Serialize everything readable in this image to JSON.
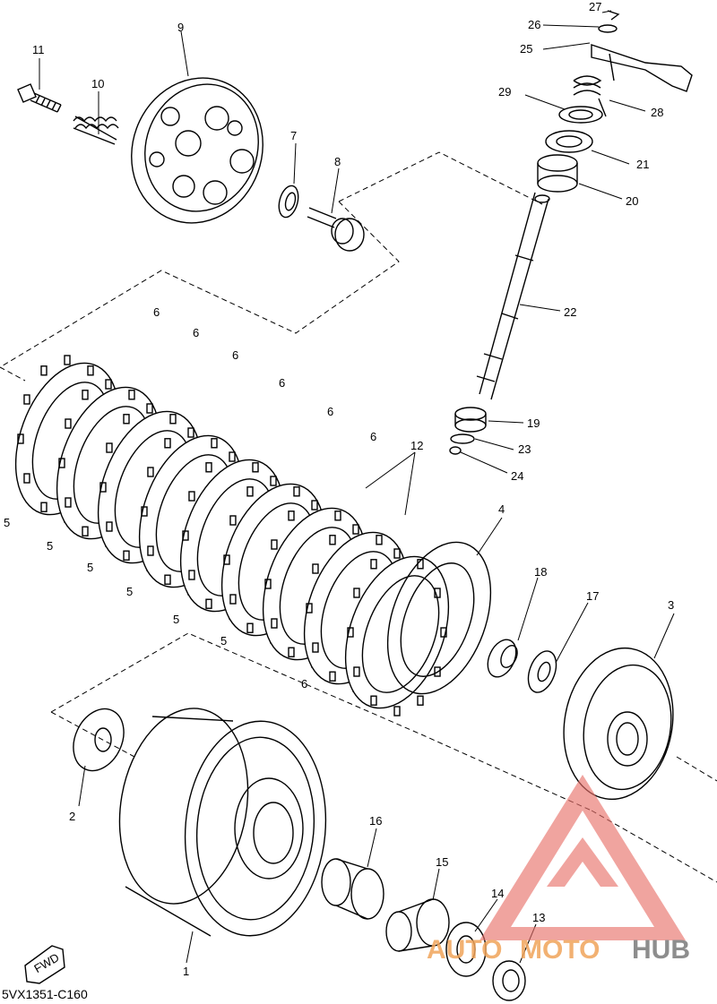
{
  "diagram": {
    "code": "5VX1351-C160",
    "fwd_label": "FWD",
    "colors": {
      "line": "#000000",
      "watermark_red": "#e8706a",
      "watermark_orange": "#f0a45a",
      "watermark_gray": "#7a7a7a"
    },
    "callouts": [
      {
        "id": "c1",
        "text": "1"
      },
      {
        "id": "c2",
        "text": "2"
      },
      {
        "id": "c3",
        "text": "3"
      },
      {
        "id": "c4",
        "text": "4"
      },
      {
        "id": "c5a",
        "text": "5"
      },
      {
        "id": "c5b",
        "text": "5"
      },
      {
        "id": "c5c",
        "text": "5"
      },
      {
        "id": "c5d",
        "text": "5"
      },
      {
        "id": "c5e",
        "text": "5"
      },
      {
        "id": "c5f",
        "text": "5"
      },
      {
        "id": "c6a",
        "text": "6"
      },
      {
        "id": "c6b",
        "text": "6"
      },
      {
        "id": "c6c",
        "text": "6"
      },
      {
        "id": "c6d",
        "text": "6"
      },
      {
        "id": "c6e",
        "text": "6"
      },
      {
        "id": "c6f",
        "text": "6"
      },
      {
        "id": "c6g",
        "text": "6"
      },
      {
        "id": "c7",
        "text": "7"
      },
      {
        "id": "c8",
        "text": "8"
      },
      {
        "id": "c9",
        "text": "9"
      },
      {
        "id": "c10",
        "text": "10"
      },
      {
        "id": "c11",
        "text": "11"
      },
      {
        "id": "c12",
        "text": "12"
      },
      {
        "id": "c13",
        "text": "13"
      },
      {
        "id": "c14",
        "text": "14"
      },
      {
        "id": "c15",
        "text": "15"
      },
      {
        "id": "c16",
        "text": "16"
      },
      {
        "id": "c17",
        "text": "17"
      },
      {
        "id": "c18",
        "text": "18"
      },
      {
        "id": "c19",
        "text": "19"
      },
      {
        "id": "c20",
        "text": "20"
      },
      {
        "id": "c21",
        "text": "21"
      },
      {
        "id": "c22",
        "text": "22"
      },
      {
        "id": "c23",
        "text": "23"
      },
      {
        "id": "c24",
        "text": "24"
      },
      {
        "id": "c25",
        "text": "25"
      },
      {
        "id": "c26",
        "text": "26"
      },
      {
        "id": "c27",
        "text": "27"
      },
      {
        "id": "c28",
        "text": "28"
      },
      {
        "id": "c29",
        "text": "29"
      }
    ]
  },
  "watermark": {
    "part1": "AUTO",
    "part2": "MOTO",
    "part3": "HUB"
  }
}
